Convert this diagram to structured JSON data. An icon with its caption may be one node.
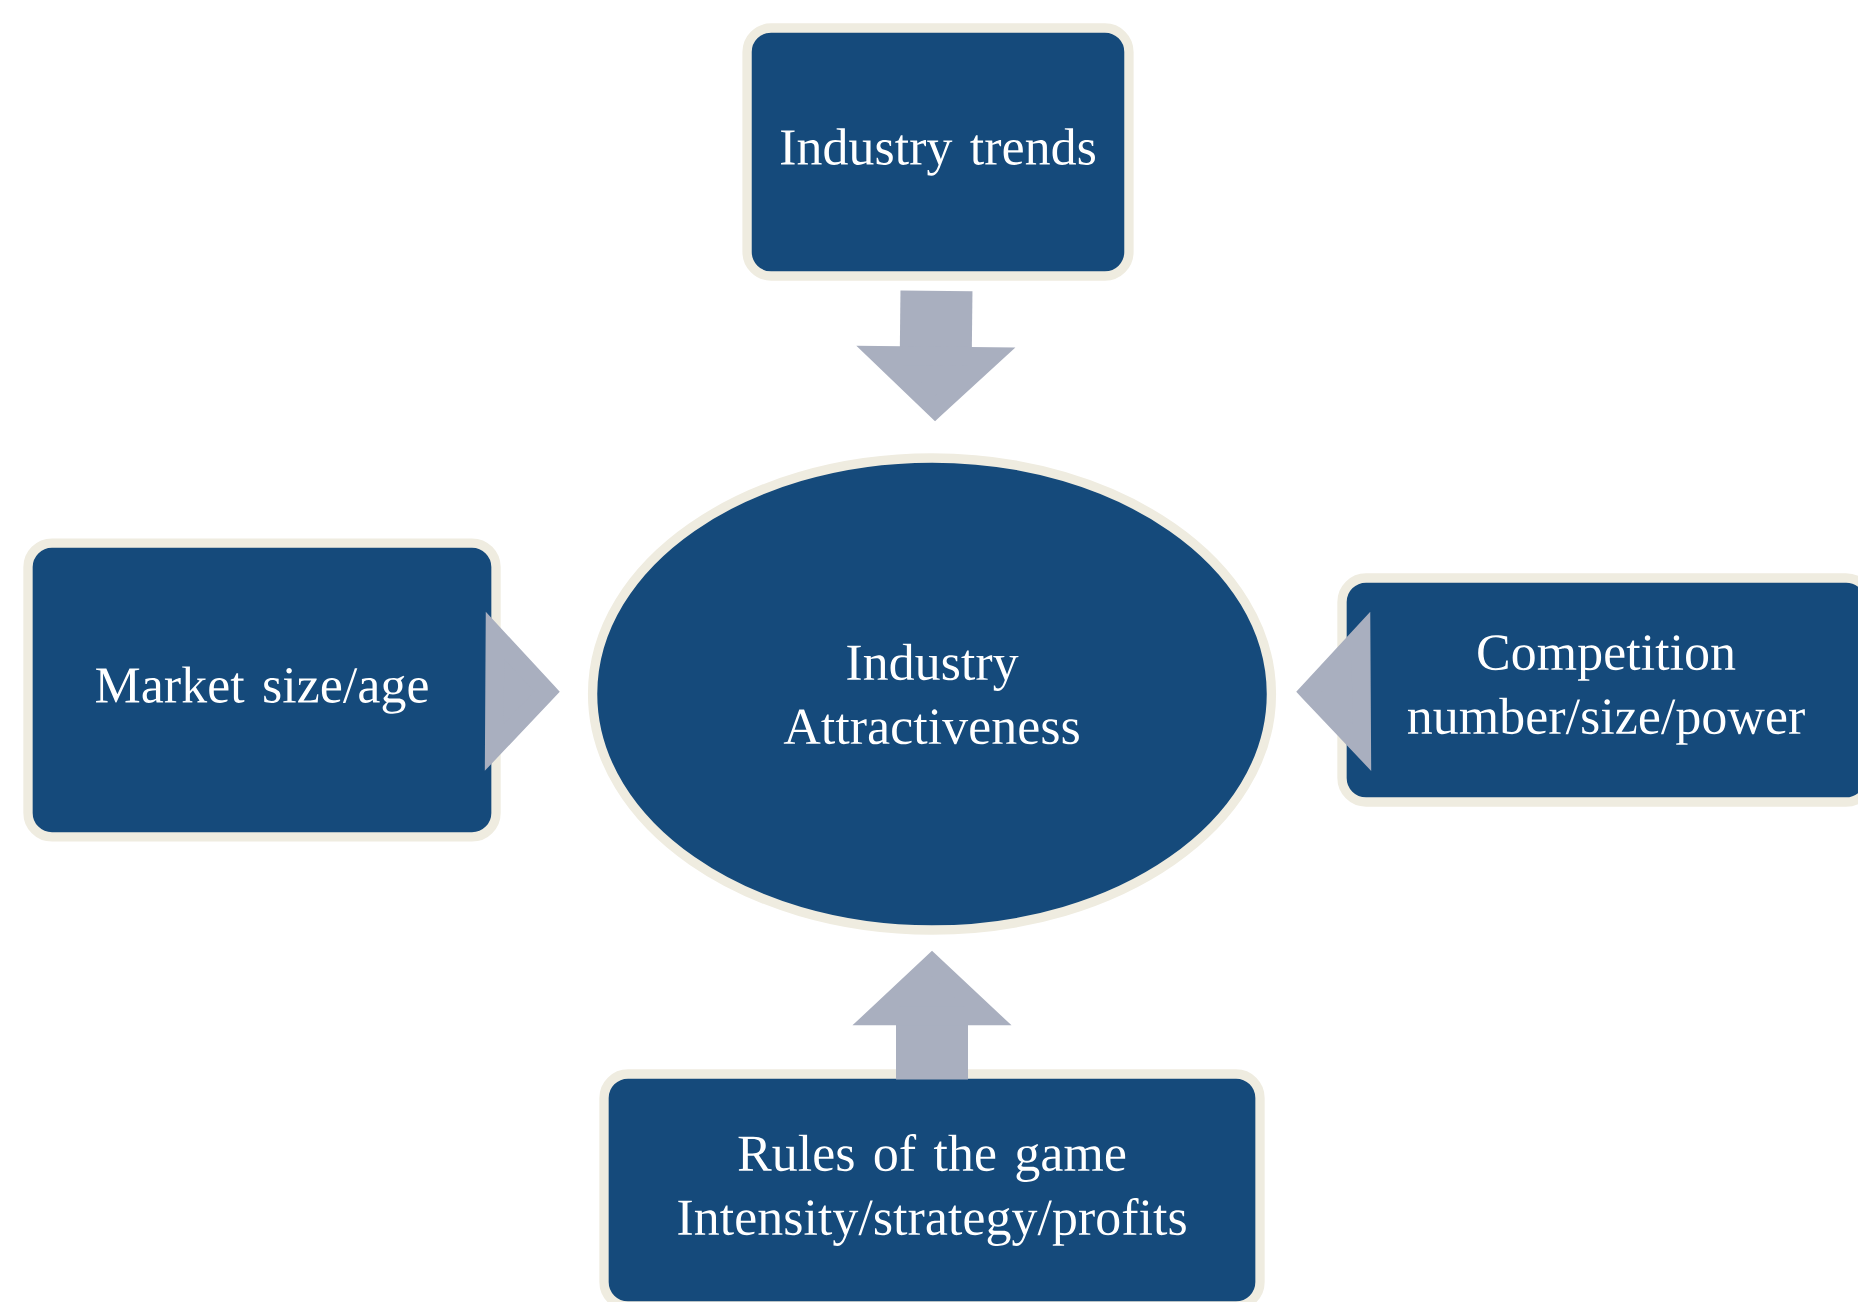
{
  "diagram": {
    "nodes": [
      {
        "text": [
          "Industry trends"
        ]
      },
      {
        "text": [
          "Industry Attractiveness"
        ]
      },
      {
        "text": [
          "Market size/age"
        ]
      },
      {
        "text": [
          "Competition",
          "number/size/power"
        ]
      },
      {
        "text": [
          "Rules of the game",
          "Intensity/strategy/profits"
        ]
      }
    ],
    "edges": [
      {
        "from": 0,
        "to": 1,
        "arrow": "to"
      },
      {
        "from": 2,
        "to": 1,
        "arrow": "to"
      },
      {
        "from": 3,
        "to": 1,
        "arrow": "to"
      },
      {
        "from": 4,
        "to": 1,
        "arrow": "to"
      }
    ]
  }
}
